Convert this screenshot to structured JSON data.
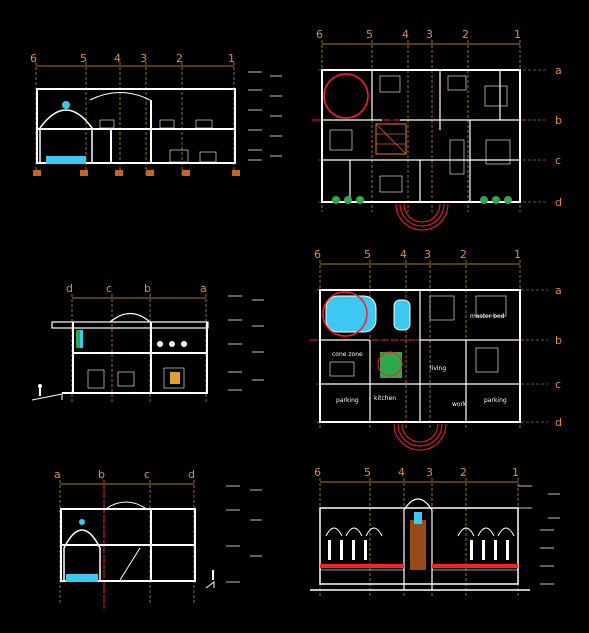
{
  "colors": {
    "background": "#000000",
    "wall": "#ffffff",
    "axis": "#e08a3a",
    "grid_red": "#ff2020",
    "pool": "#3cc8f0",
    "green": "#2ea84a",
    "orange_hatch": "#c86420",
    "dim": "#e0a030"
  },
  "sheets": {
    "section_top": {
      "axis_labels": [
        "6",
        "5",
        "4",
        "3",
        "2",
        "1"
      ]
    },
    "plan_ground": {
      "col_labels": [
        "6",
        "5",
        "4",
        "3",
        "2",
        "1"
      ],
      "row_labels": [
        "a",
        "b",
        "c",
        "d"
      ]
    },
    "section_mid": {
      "axis_labels": [
        "d",
        "c",
        "b",
        "a"
      ]
    },
    "plan_upper": {
      "col_labels": [
        "6",
        "5",
        "4",
        "3",
        "2",
        "1"
      ],
      "row_labels": [
        "a",
        "b",
        "c",
        "d"
      ],
      "rooms": {
        "master_bed": "master bed",
        "parking_left": "parking",
        "parking_right": "parking",
        "stair_text_a": "kitchen",
        "stair_text_b": "work",
        "living_text": "living",
        "cone": "cone zone"
      }
    },
    "section_bottom": {
      "axis_labels": [
        "a",
        "b",
        "c",
        "d"
      ]
    },
    "elevation": {
      "axis_labels": [
        "6",
        "5",
        "4",
        "3",
        "2",
        "1"
      ]
    }
  }
}
